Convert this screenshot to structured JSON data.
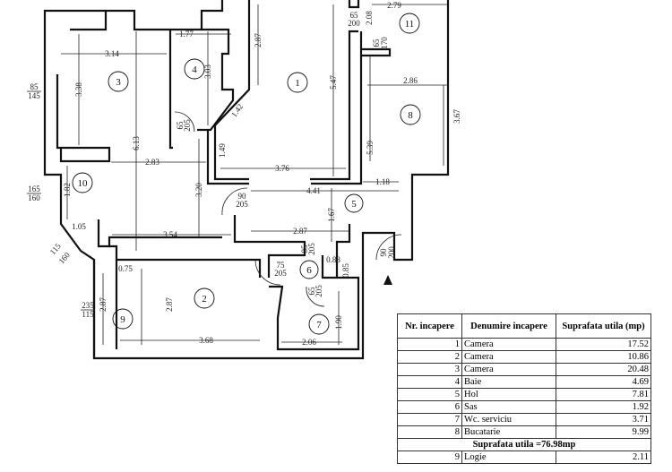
{
  "rooms": {
    "r1": "1",
    "r2": "2",
    "r3": "3",
    "r4": "4",
    "r5": "5",
    "r6": "6",
    "r7": "7",
    "r8": "8",
    "r9": "9",
    "r10": "10",
    "r11": "11"
  },
  "dimensions": {
    "d314": "3.14",
    "d177": "1.77",
    "d338": "3.38",
    "d303": "3.03",
    "d613": "6.13",
    "d287a": "2.87",
    "d547": "5.47",
    "d142": "1.42",
    "d149": "1.49",
    "d283": "2.83",
    "d376": "3.76",
    "d320": "3.20",
    "d182": "1.82",
    "d441": "4.41",
    "d118": "1.18",
    "d105": "1.05",
    "d354": "3.54",
    "d287b": "2.87",
    "d167": "1.67",
    "d075": "0.75",
    "d287c": "2.87",
    "d287d": "2.87",
    "d368": "3.68",
    "d206": "2.06",
    "d190": "1.90",
    "d286": "2.86",
    "d367": "3.67",
    "d539": "5.39",
    "d279": "2.79",
    "d208": "2.08",
    "d088": "0.88",
    "d085": "0.85"
  },
  "openings": {
    "o85a": "85",
    "o145": "145",
    "o165": "165",
    "o160": "160",
    "o115a": "115",
    "o160b": "160",
    "o235": "235",
    "o115b": "115",
    "o65a": "65",
    "o200a": "200",
    "o65b": "65",
    "o170": "170",
    "o65c": "65",
    "o205a": "205",
    "o90a": "90",
    "o205b": "205",
    "o85b": "85",
    "o205c": "205",
    "o75": "75",
    "o205d": "205",
    "o65d": "65",
    "o205e": "205",
    "o90b": "90",
    "o200b": "200"
  },
  "table": {
    "headers": [
      "Nr. incapere",
      "Denumire incapere",
      "Suprafata utila (mp)"
    ],
    "rows": [
      {
        "nr": "1",
        "name": "Camera",
        "area": "17.52"
      },
      {
        "nr": "2",
        "name": "Camera",
        "area": "10.86"
      },
      {
        "nr": "3",
        "name": "Camera",
        "area": "20.48"
      },
      {
        "nr": "4",
        "name": "Baie",
        "area": "4.69"
      },
      {
        "nr": "5",
        "name": "Hol",
        "area": "7.81"
      },
      {
        "nr": "6",
        "name": "Sas",
        "area": "1.92"
      },
      {
        "nr": "7",
        "name": "Wc. serviciu",
        "area": "3.71"
      },
      {
        "nr": "8",
        "name": "Bucatarie",
        "area": "9.99"
      }
    ],
    "total": "Suprafata utila =76.98mp",
    "extra_rows": [
      {
        "nr": "9",
        "name": "Logie",
        "area": "2.11"
      }
    ]
  }
}
